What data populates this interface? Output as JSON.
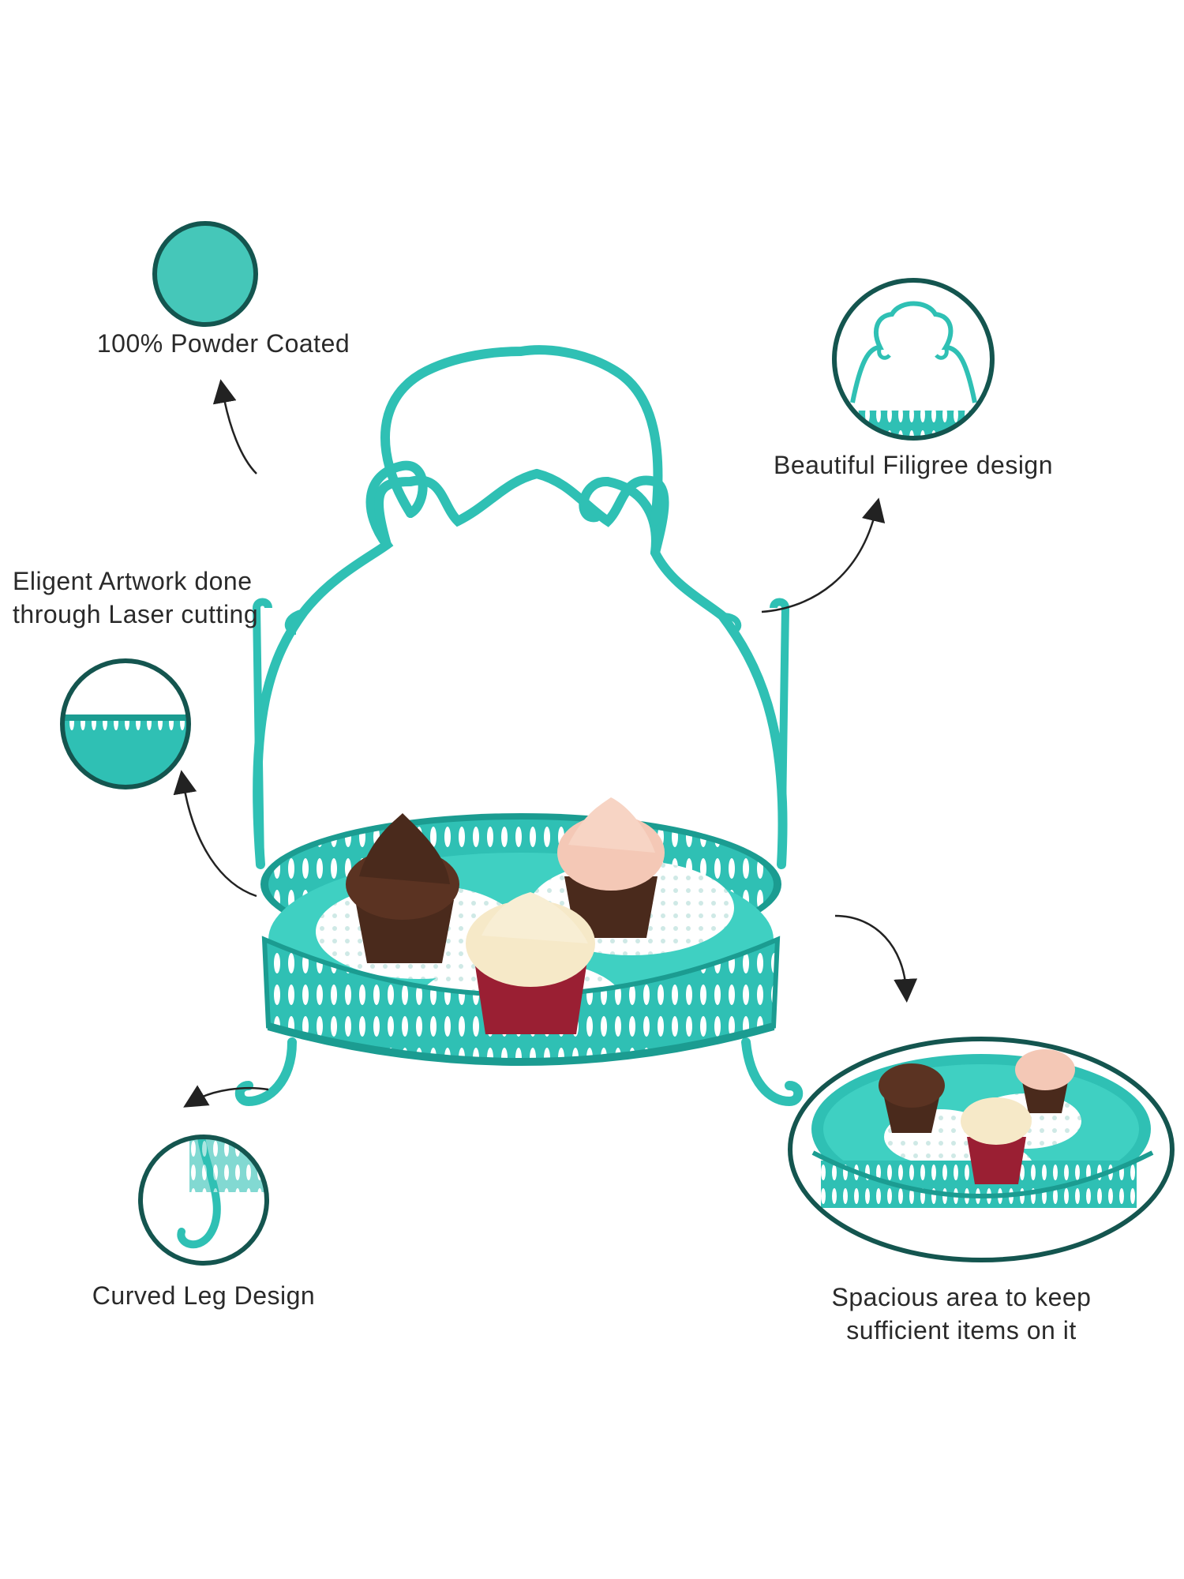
{
  "features": {
    "powder_coated": "100% Powder Coated",
    "filigree": "Beautiful Filigree design",
    "artwork_line1": "Eligent Artwork done",
    "artwork_line2": "through Laser cutting",
    "curved_leg": "Curved Leg Design",
    "spacious_line1": "Spacious area to keep",
    "spacious_line2": "sufficient items on it"
  },
  "colors": {
    "teal": "#2fc0b4",
    "teal_dark": "#1b9c91",
    "ring": "#14554f",
    "chocolate": "#4a2a1c",
    "red_velvet": "#9a1f33",
    "cream": "#f6e9c8",
    "pink_cream": "#f4c8b6"
  },
  "icons": [
    "powder-swatch-icon",
    "filigree-zoom-icon",
    "laser-cut-zoom-icon",
    "curved-leg-zoom-icon",
    "tray-zoom-icon",
    "arrow-icon"
  ]
}
